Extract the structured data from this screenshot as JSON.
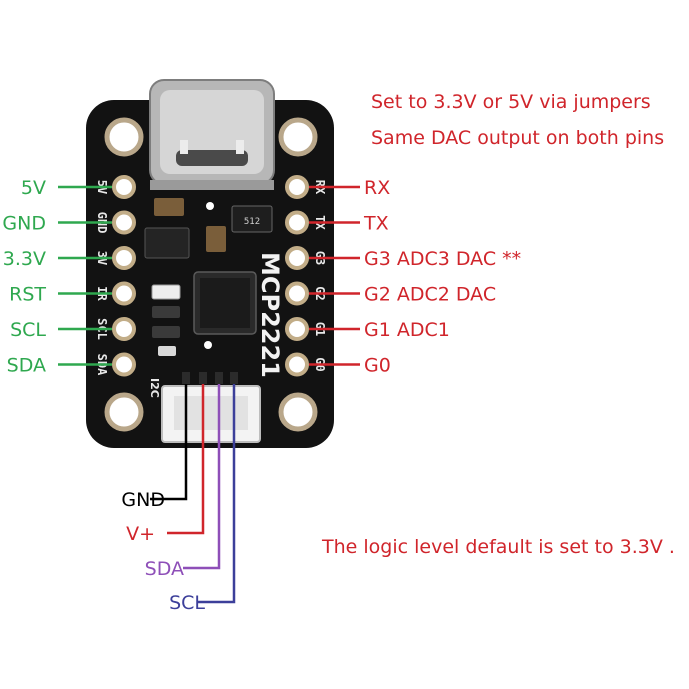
{
  "notes": {
    "line1": "Set to 3.3V or 5V via jumpers",
    "line2": "Same DAC output on both pins",
    "logic": "The logic level default is set to 3.3V ."
  },
  "left_pins": [
    "5V",
    "GND",
    "3.3V",
    "RST",
    "SCL",
    "SDA"
  ],
  "left_silk": [
    "5V",
    "GND",
    "3V",
    "IR",
    "SCL",
    "SDA"
  ],
  "right_pins": [
    "RX",
    "TX",
    "G3 ADC3 DAC **",
    "G2 ADC2 DAC",
    "G1 ADC1",
    "G0"
  ],
  "right_silk": [
    "RX",
    "TX",
    "G3",
    "G2",
    "G1",
    "G0"
  ],
  "connector_pins": [
    {
      "label": "GND",
      "color": "#000000"
    },
    {
      "label": "V+",
      "color": "#d0252b"
    },
    {
      "label": "SDA",
      "color": "#8e4fb8"
    },
    {
      "label": "SCL",
      "color": "#3c3f9a"
    }
  ],
  "board": {
    "chip_label": "MCP2221",
    "stemma_label": "I2C",
    "res_label": "512",
    "board_color": "#121212"
  },
  "colors": {
    "left_label": "#2fa84f",
    "right_label": "#d0252b",
    "note": "#d0252b"
  }
}
